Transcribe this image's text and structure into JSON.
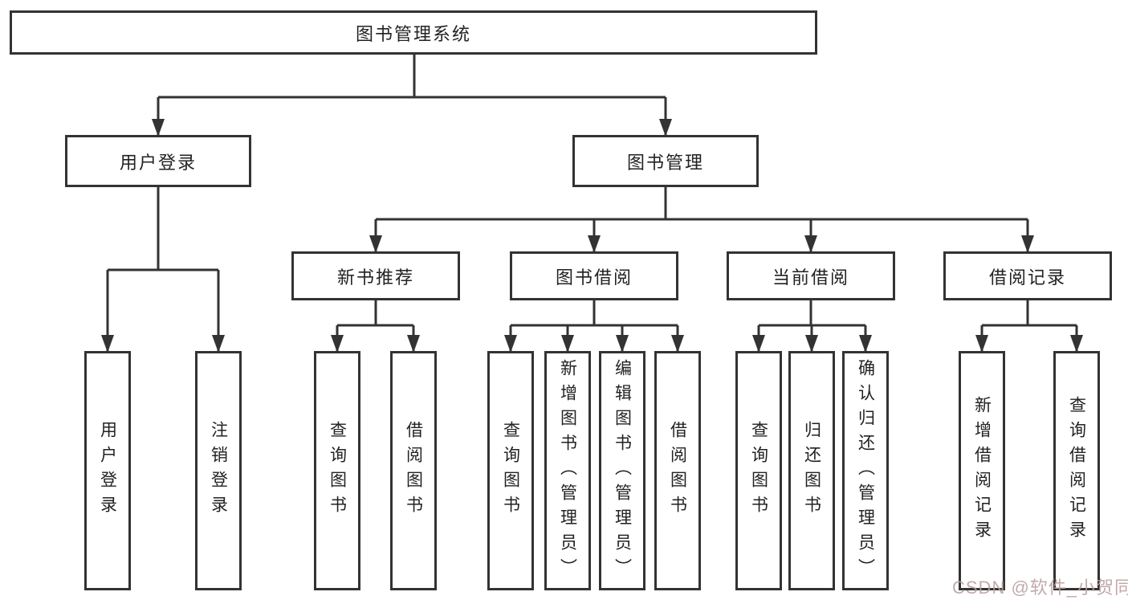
{
  "tree": {
    "label": "图书管理系统",
    "children": [
      {
        "label": "用户登录",
        "children": [
          {
            "label": "用户登录"
          },
          {
            "label": "注销登录"
          }
        ]
      },
      {
        "label": "图书管理",
        "children": [
          {
            "label": "新书推荐",
            "children": [
              {
                "label": "查询图书"
              },
              {
                "label": "借阅图书"
              }
            ]
          },
          {
            "label": "图书借阅",
            "children": [
              {
                "label": "查询图书"
              },
              {
                "label": "新增图书（管理员）"
              },
              {
                "label": "编辑图书（管理员）"
              },
              {
                "label": "借阅图书"
              }
            ]
          },
          {
            "label": "当前借阅",
            "children": [
              {
                "label": "查询图书"
              },
              {
                "label": "归还图书"
              },
              {
                "label": "确认归还（管理员）"
              }
            ]
          },
          {
            "label": "借阅记录",
            "children": [
              {
                "label": "新增借阅记录"
              },
              {
                "label": "查询借阅记录"
              }
            ]
          }
        ]
      }
    ]
  },
  "watermark": {
    "text": "CSDN @软件_小贺同学"
  },
  "colors": {
    "line": "#333333",
    "node_border": "#333333",
    "text": "#222222",
    "background": "#ffffff",
    "watermark": "#b99e9e"
  }
}
